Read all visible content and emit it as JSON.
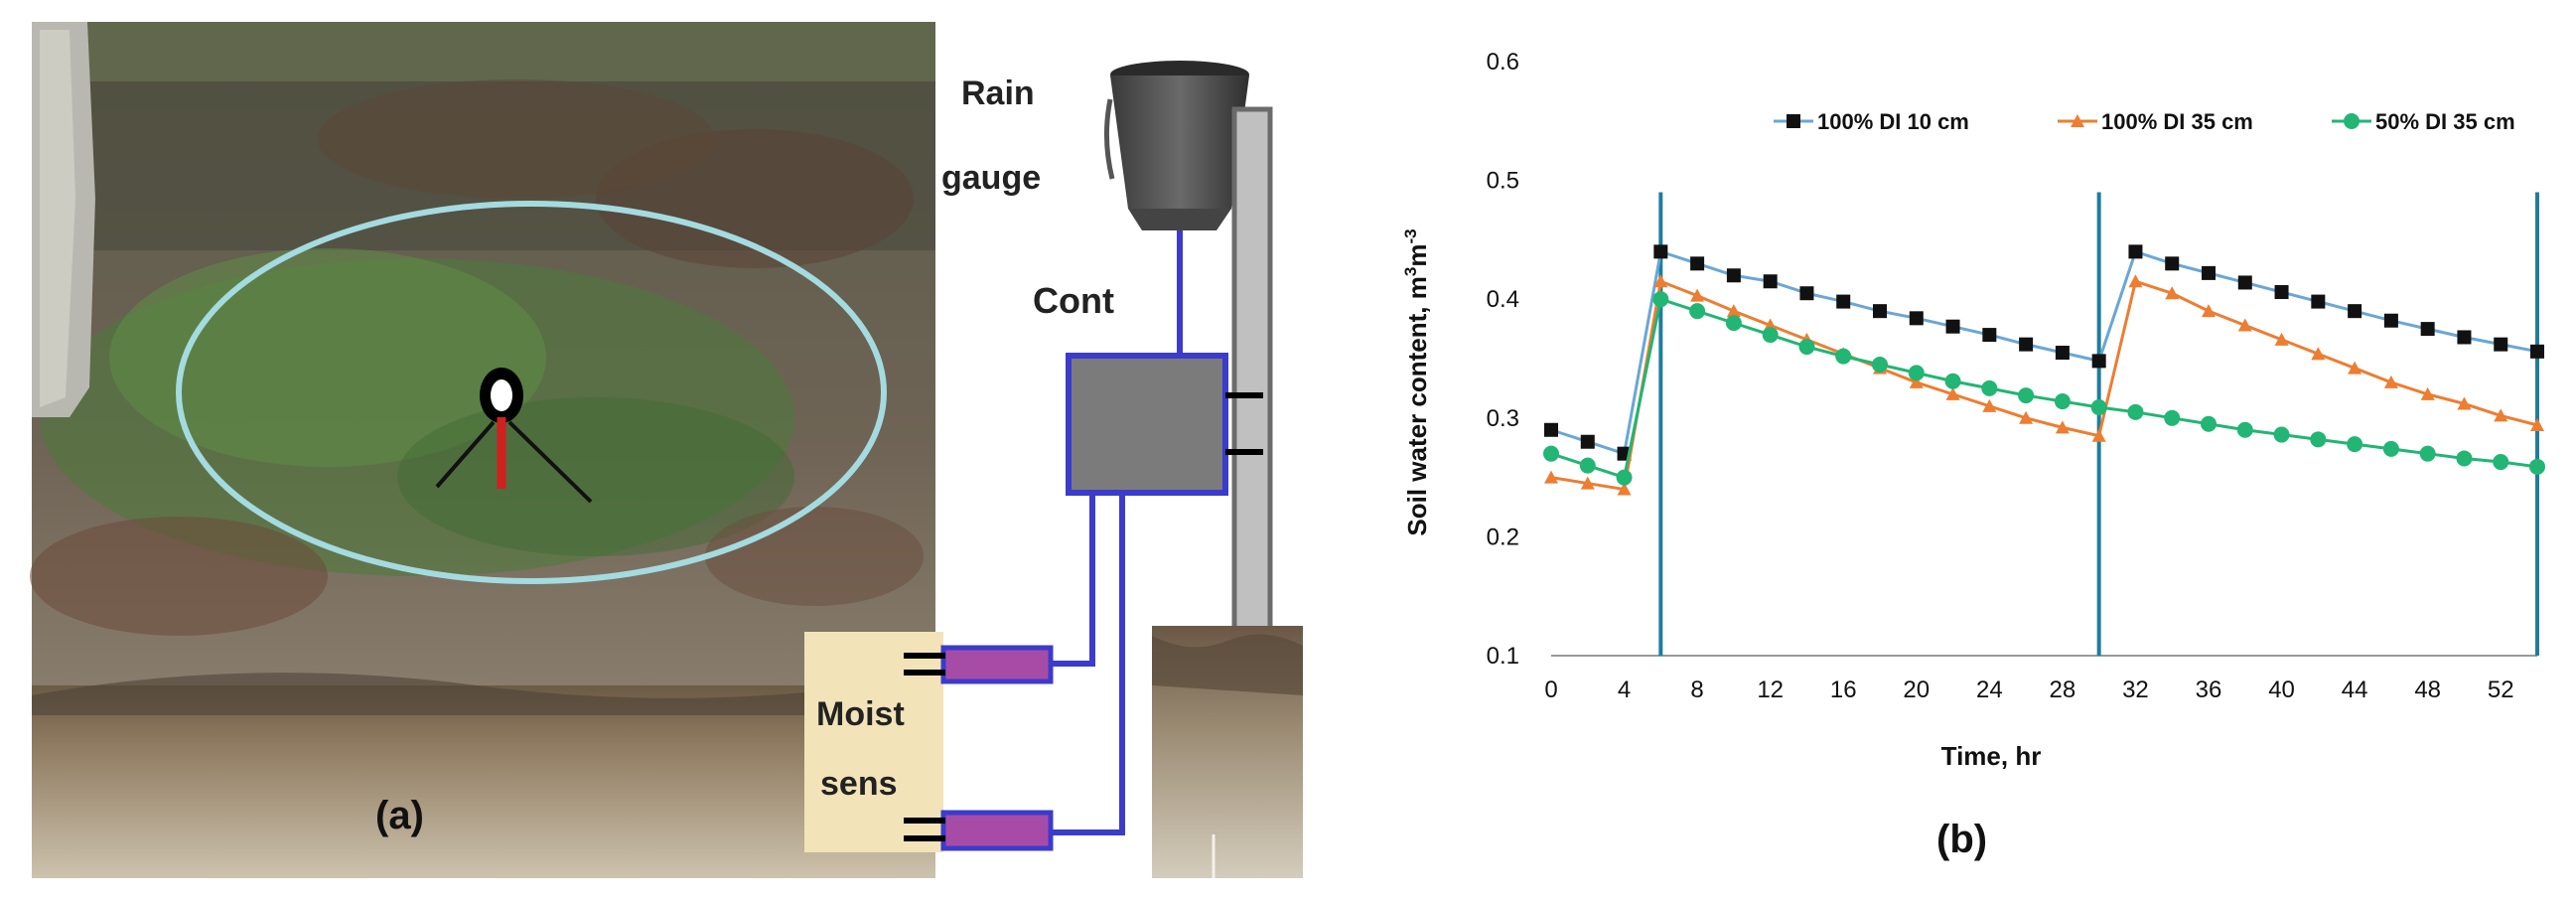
{
  "panel_a": {
    "label": "(a)",
    "rain_gauge_line1": "Rain",
    "rain_gauge_line2": "gauge",
    "controller": "Cont",
    "sensor_line1": "Moist",
    "sensor_line2": "sens"
  },
  "panel_b": {
    "label": "(b)"
  },
  "colors": {
    "series1": "#111111",
    "series1_line": "#6aa6d6",
    "series2": "#ed7d31",
    "series3": "#22b573",
    "event_line": "#1f7d9c",
    "wire": "#3b3bcc",
    "sensor": "#a64ca6"
  },
  "chart_data": {
    "type": "line",
    "xlabel": "Time, hr",
    "ylabel_main": "Soil water content, m",
    "ylabel_sup1": "3",
    "ylabel_mid": "m",
    "ylabel_sup2": "-3",
    "xlim": [
      0,
      54
    ],
    "ylim": [
      0.1,
      0.6
    ],
    "xticks": [
      0,
      4,
      8,
      12,
      16,
      20,
      24,
      28,
      32,
      36,
      40,
      44,
      48,
      52
    ],
    "yticks": [
      0.1,
      0.2,
      0.3,
      0.4,
      0.5,
      0.6
    ],
    "ytick_labels": [
      "0.1",
      "0.2",
      "0.3",
      "0.4",
      "0.5",
      "0.6"
    ],
    "vertical_lines": [
      6,
      30,
      54
    ],
    "legend_position": "top-right",
    "series": [
      {
        "name": "100% DI 10 cm",
        "marker": "square",
        "x": [
          0,
          2,
          4,
          6,
          8,
          10,
          12,
          14,
          16,
          18,
          20,
          22,
          24,
          26,
          28,
          30,
          32,
          34,
          36,
          38,
          40,
          42,
          44,
          46,
          48,
          50,
          52,
          54
        ],
        "y": [
          0.29,
          0.28,
          0.27,
          0.44,
          0.43,
          0.42,
          0.415,
          0.405,
          0.398,
          0.39,
          0.384,
          0.377,
          0.37,
          0.362,
          0.355,
          0.348,
          0.44,
          0.43,
          0.422,
          0.414,
          0.406,
          0.398,
          0.39,
          0.382,
          0.375,
          0.368,
          0.362,
          0.356
        ]
      },
      {
        "name": "100% DI 35 cm",
        "marker": "triangle",
        "x": [
          0,
          2,
          4,
          6,
          8,
          10,
          12,
          14,
          16,
          18,
          20,
          22,
          24,
          26,
          28,
          30,
          32,
          34,
          36,
          38,
          40,
          42,
          44,
          46,
          48,
          50,
          52,
          54
        ],
        "y": [
          0.25,
          0.245,
          0.24,
          0.415,
          0.403,
          0.39,
          0.378,
          0.366,
          0.354,
          0.342,
          0.33,
          0.32,
          0.31,
          0.3,
          0.292,
          0.285,
          0.415,
          0.405,
          0.39,
          0.378,
          0.366,
          0.354,
          0.342,
          0.33,
          0.32,
          0.312,
          0.302,
          0.294
        ]
      },
      {
        "name": "50% DI 35 cm",
        "marker": "circle",
        "x": [
          0,
          2,
          4,
          6,
          8,
          10,
          12,
          14,
          16,
          18,
          20,
          22,
          24,
          26,
          28,
          30,
          32,
          34,
          36,
          38,
          40,
          42,
          44,
          46,
          48,
          50,
          52,
          54
        ],
        "y": [
          0.27,
          0.26,
          0.25,
          0.4,
          0.39,
          0.38,
          0.37,
          0.36,
          0.352,
          0.345,
          0.338,
          0.331,
          0.325,
          0.319,
          0.314,
          0.309,
          0.305,
          0.3,
          0.295,
          0.29,
          0.286,
          0.282,
          0.278,
          0.274,
          0.27,
          0.266,
          0.263,
          0.259
        ]
      }
    ]
  }
}
